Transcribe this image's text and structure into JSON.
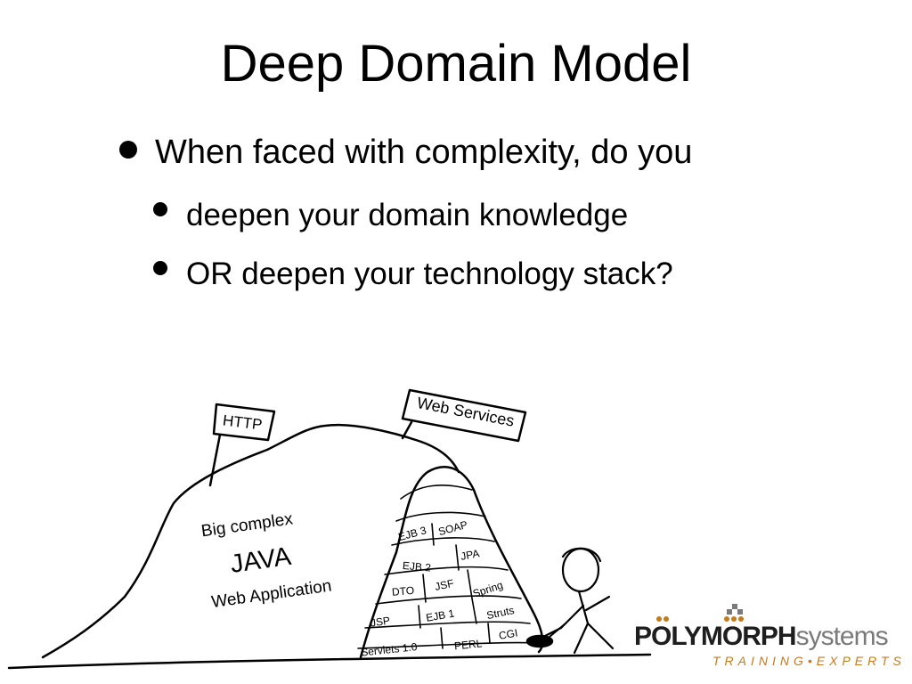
{
  "slide": {
    "title": "Deep Domain Model",
    "bullet_main": "When faced with complexity, do you",
    "sub_bullets": [
      "deepen your domain knowledge",
      "OR deepen your technology stack?"
    ]
  },
  "cartoon": {
    "flag_left": "HTTP",
    "flag_right": "Web Services",
    "mountain_line1": "Big complex",
    "mountain_line2": "JAVA",
    "mountain_line3": "Web Application",
    "blocks": [
      "EJB 3",
      "SOAP",
      "EJB 2",
      "JPA",
      "DTO",
      "JSF",
      "Spring",
      "JSP",
      "EJB 1",
      "Struts",
      "Servlets 1.0",
      "PERL",
      "CGI"
    ]
  },
  "logo": {
    "strong": "POLYMORPH",
    "light": "systems",
    "tagline": "TRAINING•EXPERTS",
    "accent_color": "#c47a1e"
  }
}
